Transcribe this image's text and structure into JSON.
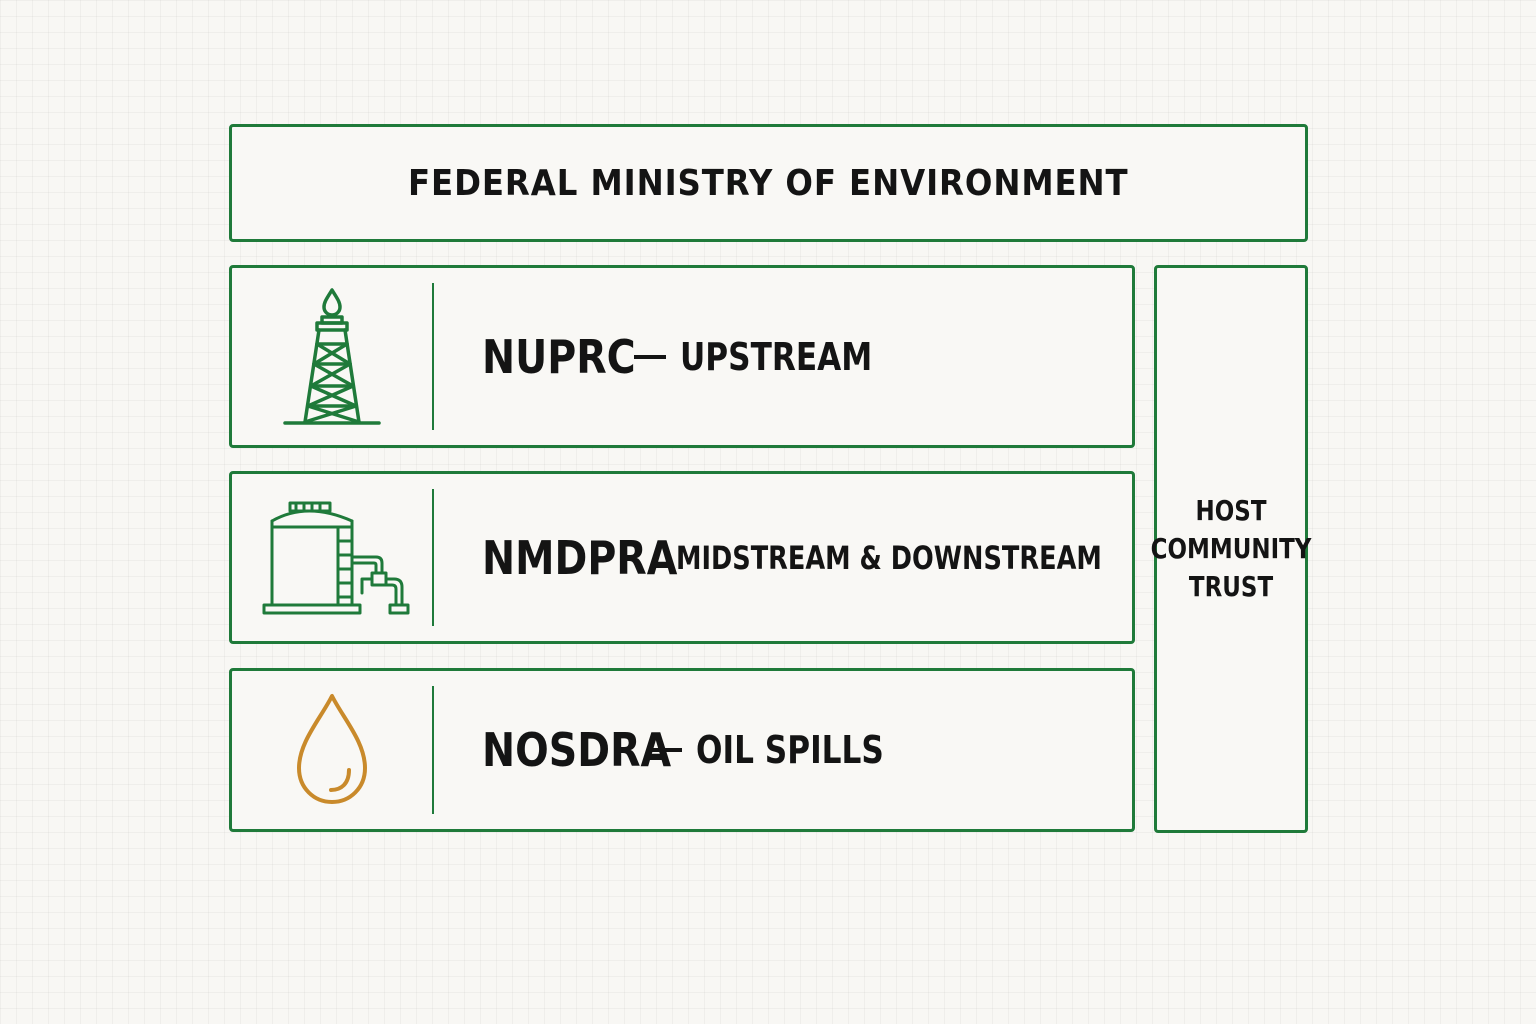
{
  "ministry": {
    "title": "FEDERAL MINISTRY OF ENVIRONMENT"
  },
  "agencies": [
    {
      "acronym": "NUPRC",
      "scope": "UPSTREAM",
      "icon": "oil-derrick-icon"
    },
    {
      "acronym": "NMDPRA",
      "scope": "MIDSTREAM & DOWNSTREAM",
      "icon": "storage-tank-icon"
    },
    {
      "acronym": "NOSDRA",
      "scope": "OIL SPILLS",
      "icon": "oil-drop-icon"
    }
  ],
  "trust": {
    "lines": [
      "HOST",
      "COMMUNITY",
      "TRUST"
    ]
  },
  "colors": {
    "border": "#1f7a3a",
    "icon_green": "#1f7a3a",
    "drop_amber": "#c98a2b",
    "text": "#141414",
    "background": "#f8f7f4"
  }
}
